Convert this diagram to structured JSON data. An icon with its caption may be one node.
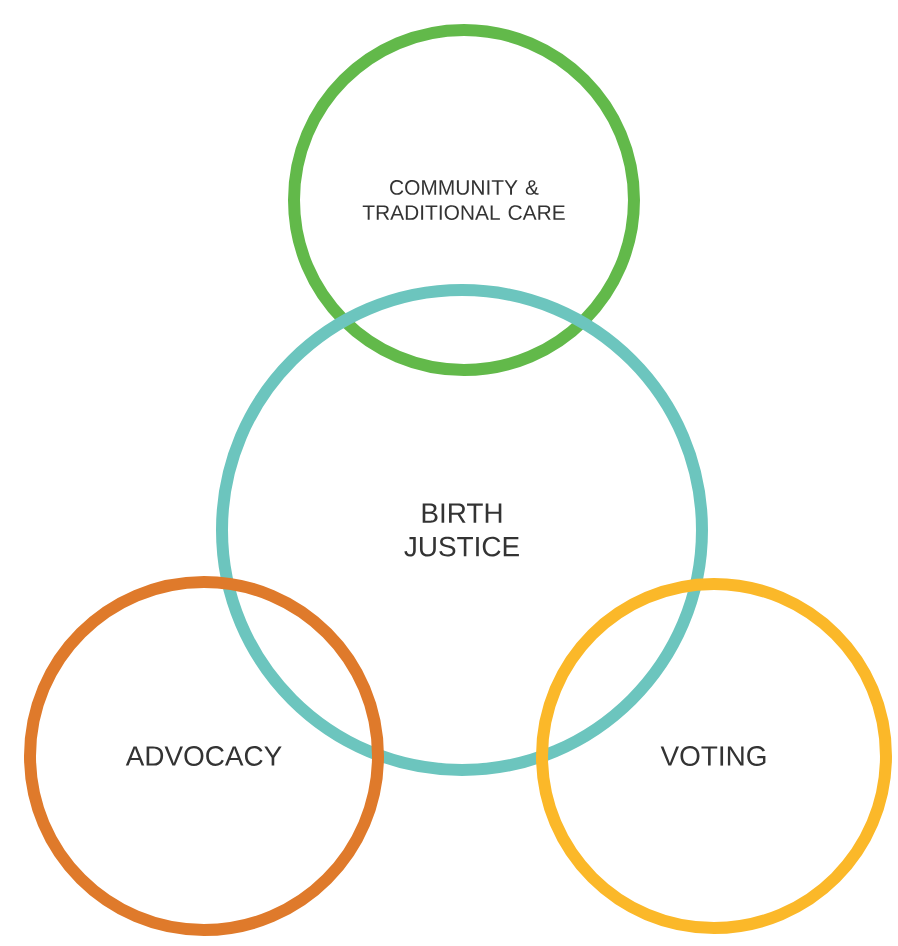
{
  "diagram": {
    "nodes": [
      {
        "text": [
          "COMMUNITY & TRADITIONAL CARE"
        ]
      },
      {
        "text": [
          "BIRTH JUSTICE"
        ]
      },
      {
        "text": [
          "ADVOCACY"
        ]
      },
      {
        "text": [
          "VOTING"
        ]
      }
    ]
  }
}
